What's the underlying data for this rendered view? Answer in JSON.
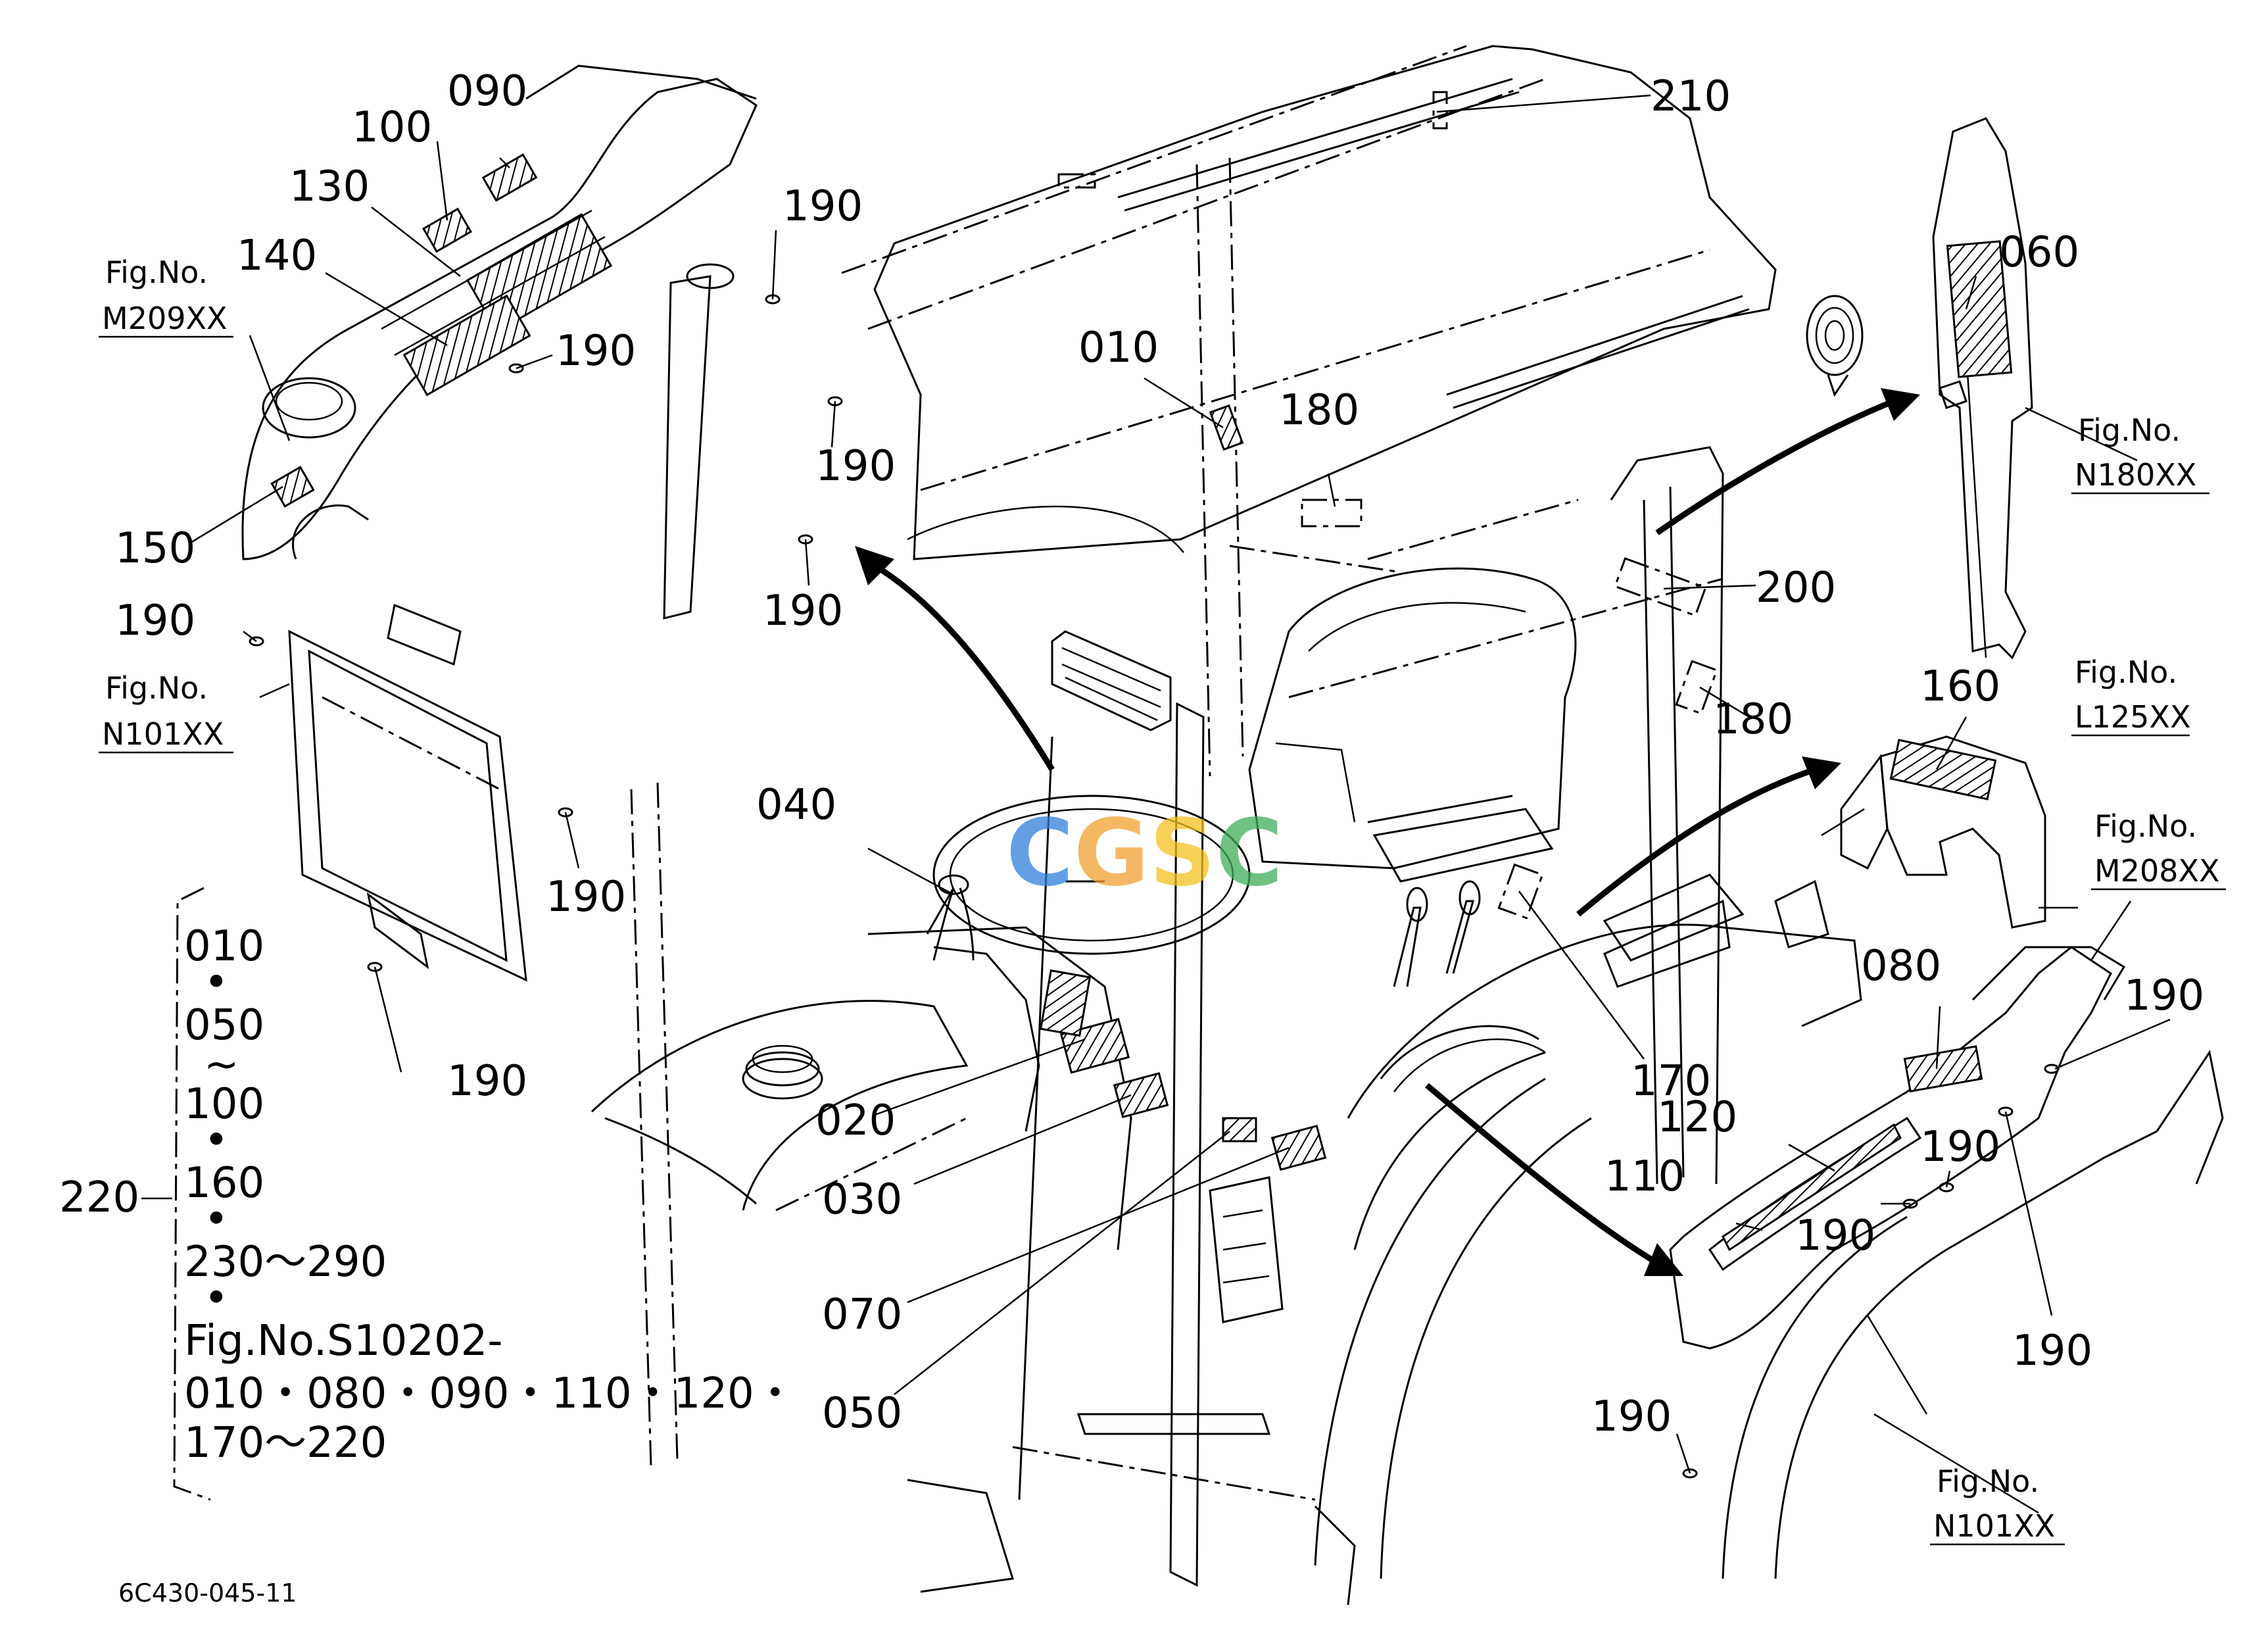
{
  "callouts": [
    {
      "id": "c-210",
      "text": "210"
    },
    {
      "id": "c-090",
      "text": "090"
    },
    {
      "id": "c-100",
      "text": "100"
    },
    {
      "id": "c-130",
      "text": "130"
    },
    {
      "id": "c-140",
      "text": "140"
    },
    {
      "id": "c-190a",
      "text": "190"
    },
    {
      "id": "c-190b",
      "text": "190"
    },
    {
      "id": "c-190c",
      "text": "190"
    },
    {
      "id": "c-190d",
      "text": "190"
    },
    {
      "id": "c-190e",
      "text": "190"
    },
    {
      "id": "c-190f",
      "text": "190"
    },
    {
      "id": "c-190g",
      "text": "190"
    },
    {
      "id": "c-190h",
      "text": "190"
    },
    {
      "id": "c-190i",
      "text": "190"
    },
    {
      "id": "c-190j",
      "text": "190"
    },
    {
      "id": "c-190k",
      "text": "190"
    },
    {
      "id": "c-190l",
      "text": "190"
    },
    {
      "id": "c-010",
      "text": "010"
    },
    {
      "id": "c-180a",
      "text": "180"
    },
    {
      "id": "c-180b",
      "text": "180"
    },
    {
      "id": "c-060",
      "text": "060"
    },
    {
      "id": "c-200",
      "text": "200"
    },
    {
      "id": "c-150",
      "text": "150"
    },
    {
      "id": "c-160",
      "text": "160"
    },
    {
      "id": "c-040",
      "text": "040"
    },
    {
      "id": "c-170",
      "text": "170"
    },
    {
      "id": "c-080",
      "text": "080"
    },
    {
      "id": "c-120",
      "text": "120"
    },
    {
      "id": "c-110",
      "text": "110"
    },
    {
      "id": "c-020",
      "text": "020"
    },
    {
      "id": "c-030",
      "text": "030"
    },
    {
      "id": "c-070",
      "text": "070"
    },
    {
      "id": "c-050",
      "text": "050"
    },
    {
      "id": "c-220",
      "text": "220"
    }
  ],
  "figure_refs": [
    {
      "id": "m209",
      "line1": "Fig.No.",
      "line2": "M209XX"
    },
    {
      "id": "n101a",
      "line1": "Fig.No.",
      "line2": "N101XX"
    },
    {
      "id": "n180",
      "line1": "Fig.No.",
      "line2": "N180XX"
    },
    {
      "id": "l125",
      "line1": "Fig.No.",
      "line2": "L125XX"
    },
    {
      "id": "m208",
      "line1": "Fig.No.",
      "line2": "M208XX"
    },
    {
      "id": "n101b",
      "line1": "Fig.No.",
      "line2": "N101XX"
    }
  ],
  "set_list": {
    "lines": [
      "010",
      "•",
      "050",
      "~",
      "100",
      "•",
      "160",
      "•",
      "230～290",
      "•",
      "Fig.No.S10202-",
      "010・080・090・110・120・",
      "170～220"
    ]
  },
  "watermark": "CGSC",
  "drawing_number": "6C430-045-11",
  "colors": {
    "ink": "#000000",
    "paper": "#ffffff",
    "wm_blue": "#2f7fd8",
    "wm_orange": "#f0a030",
    "wm_yellow": "#f4c020",
    "wm_green": "#3fae5a"
  }
}
